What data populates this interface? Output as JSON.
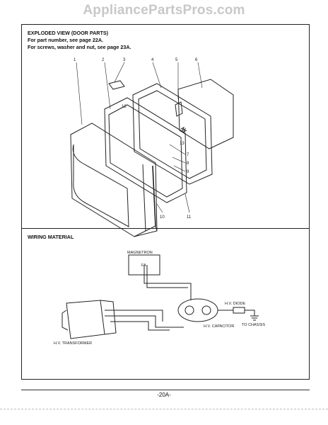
{
  "watermark": "AppliancePartsPros.com",
  "headings": {
    "exploded": "EXPLODED VIEW (DOOR PARTS)",
    "part_ref": "For part number, see page 22A.",
    "screw_ref": "For screws, washer and nut, see page 23A.",
    "wiring": "WIRING MATERIAL"
  },
  "callouts": [
    "1",
    "2",
    "3",
    "4",
    "5",
    "6",
    "7",
    "8",
    "9",
    "10",
    "11",
    "12",
    "13"
  ],
  "wiring_labels": {
    "magnetron": "MAGNETRON",
    "fa": "FA",
    "diode": "H.V. DIODE",
    "capacitor": "H.V. CAPACITOR",
    "chassis": "TO CHASSIS",
    "transformer": "H.V. TRANSFORMER"
  },
  "footer": {
    "page": "-20A-"
  }
}
